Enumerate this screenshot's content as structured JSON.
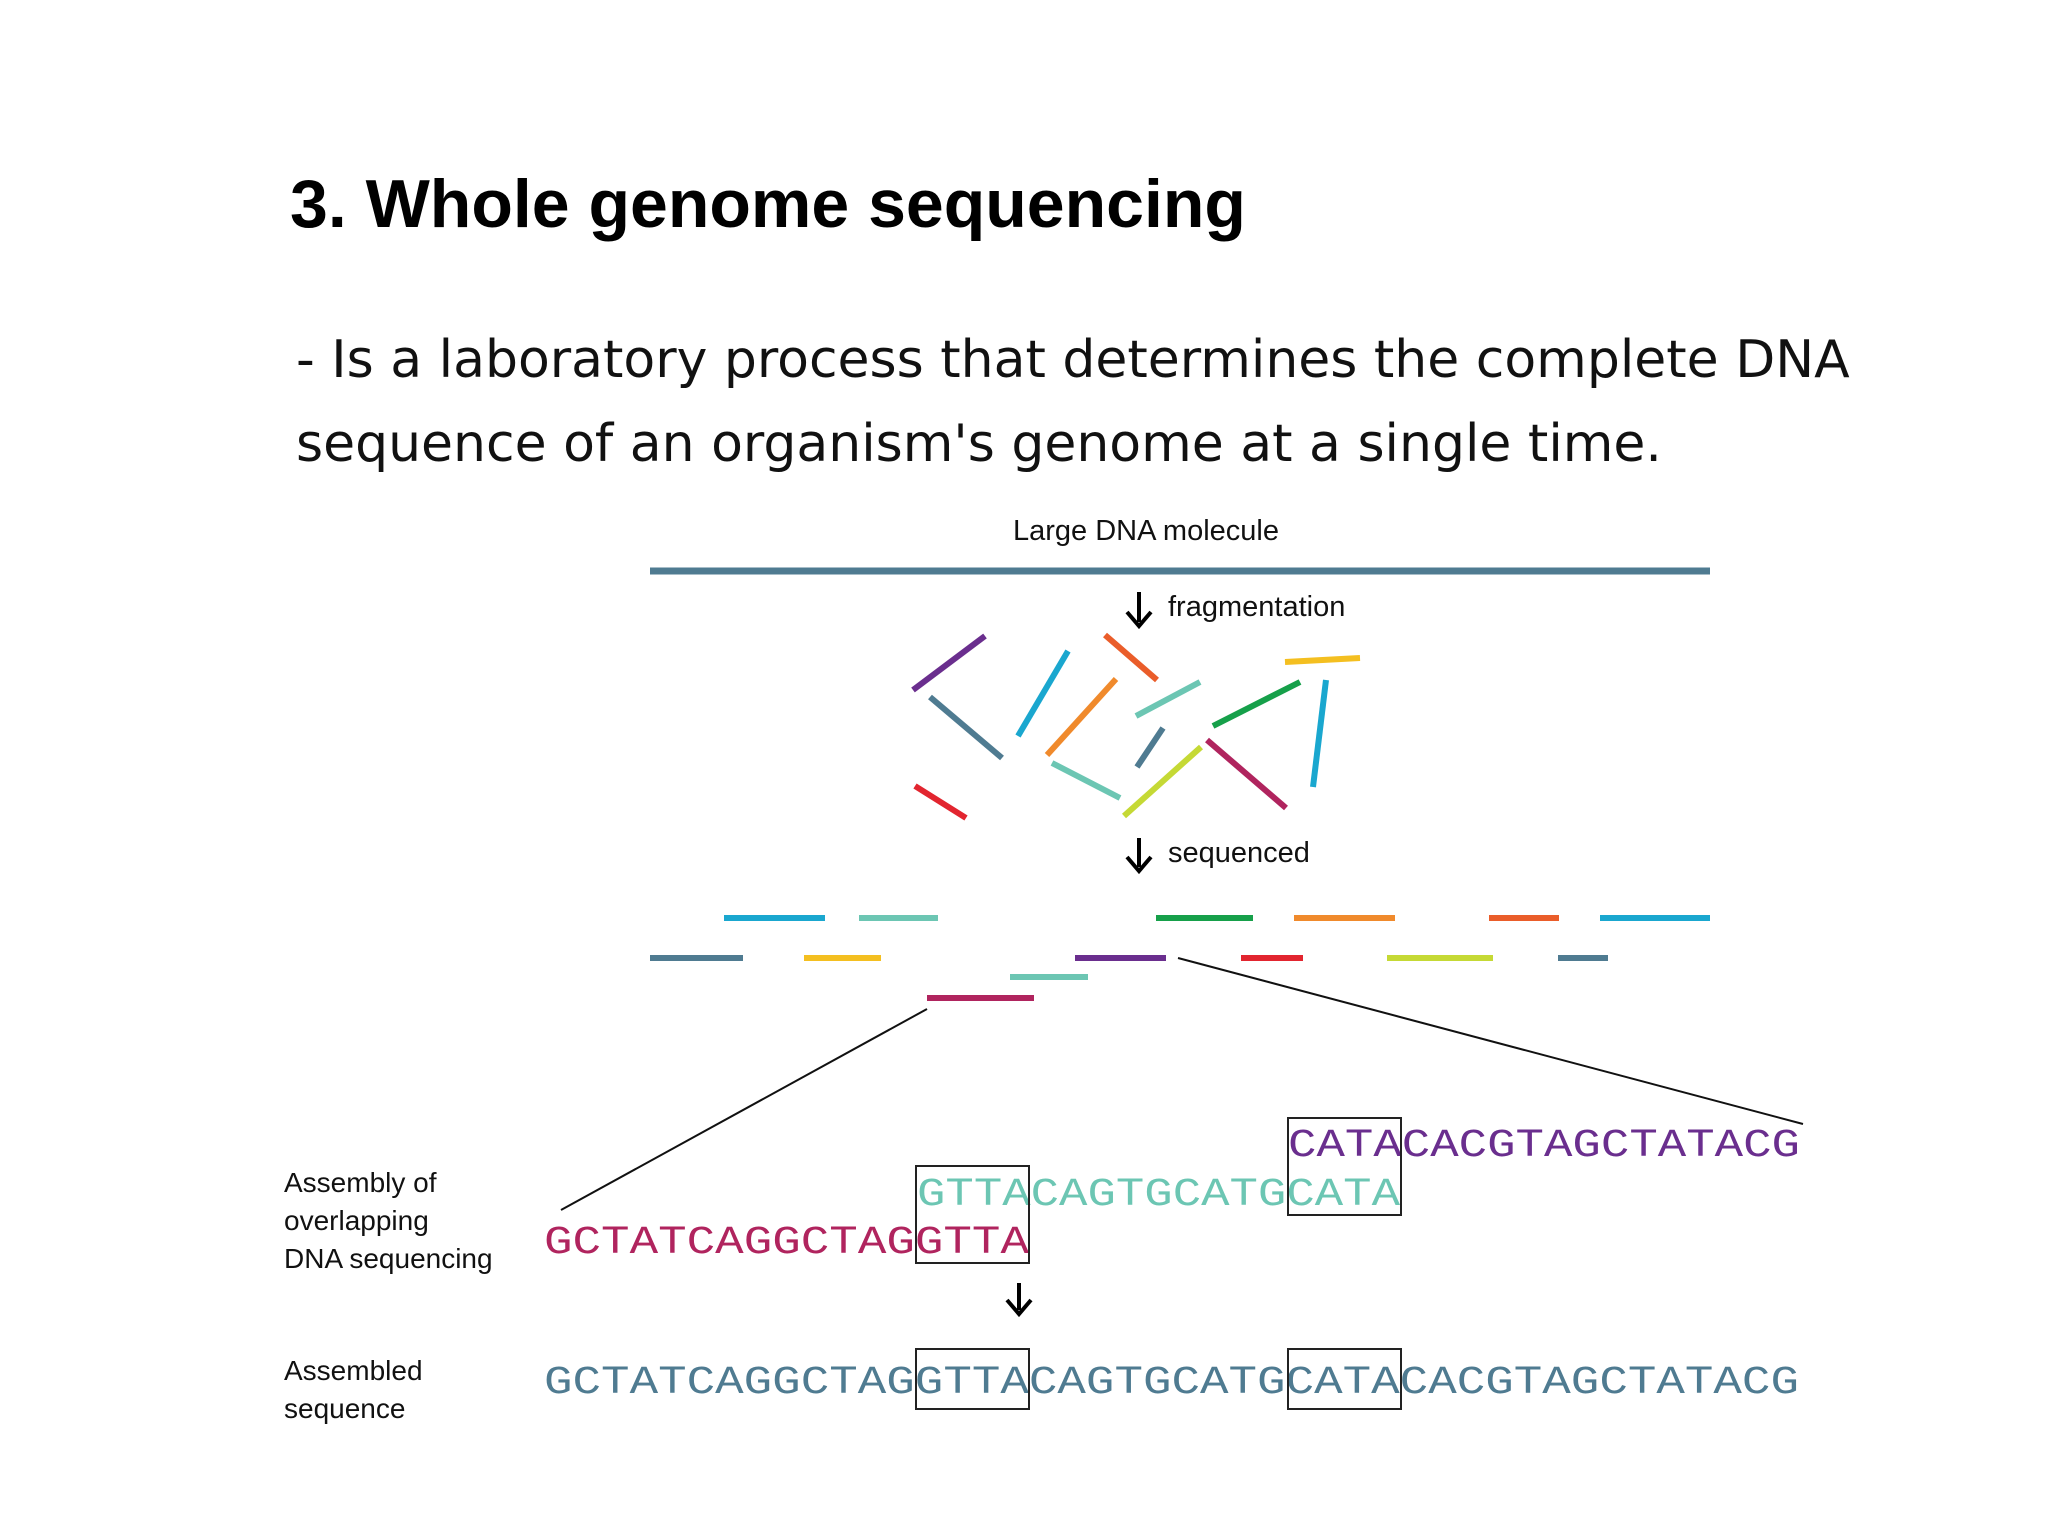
{
  "title": "3. Whole genome sequencing",
  "body_text": "- Is a laboratory process that determines the complete DNA sequence of an organism's genome at a single time.",
  "diagram": {
    "molecule_label": "Large DNA molecule",
    "step1_label": "fragmentation",
    "step2_label": "sequenced",
    "assembly_label_lines": [
      "Assembly of",
      "overlapping",
      "DNA sequencing"
    ],
    "assembled_label_lines": [
      "Assembled",
      "sequence"
    ],
    "colors": {
      "molecule": "#4f7b91",
      "read1": "#b0245e",
      "read2": "#6cc6b3",
      "read3": "#6a2e8e",
      "assembled": "#4f7b91"
    },
    "read1": {
      "main": "GCTATCAGGCTAG",
      "overlap": "GTTA"
    },
    "read2": {
      "overlap_start": "GTTA",
      "middle": "CAGTGCATG",
      "overlap_end": "CATA"
    },
    "read3": {
      "overlap": "CATA",
      "main": "CACGTAGCTATACG"
    },
    "assembled": {
      "part1": "GCTATCAGGCTAG",
      "box1": "GTTA",
      "part2": "CAGTGCATG",
      "box2": "CATA",
      "part3": "CACGTAGCTATACG"
    }
  }
}
